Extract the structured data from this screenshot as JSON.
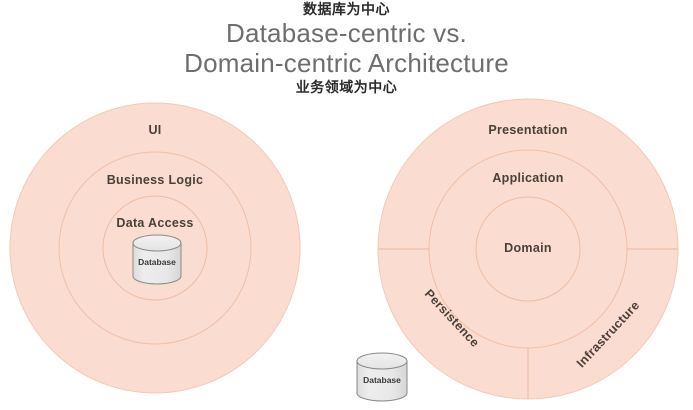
{
  "header": {
    "zh_top": "数据库为中心",
    "title_line1": "Database-centric vs.",
    "title_line2": "Domain-centric Architecture",
    "zh_bottom": "业务领域为中心"
  },
  "colors": {
    "ring_fill": "#fbdcd0",
    "ring_stroke": "#f0c3ad",
    "label_text": "#4a4038",
    "title_text": "#6e6e6e",
    "zh_text": "#2b2b2b",
    "cylinder_fill": "#e6e6e6",
    "cylinder_top": "#ececec",
    "cylinder_stroke": "#8a8a8a",
    "background": "#ffffff"
  },
  "left_diagram": {
    "name": "database-centric-architecture",
    "rings": [
      {
        "label": "UI",
        "level": "outer"
      },
      {
        "label": "Business Logic",
        "level": "middle"
      },
      {
        "label": "Data Access",
        "level": "inner"
      }
    ],
    "cylinder": {
      "label": "Database"
    }
  },
  "right_diagram": {
    "name": "domain-centric-architecture",
    "rings": [
      {
        "label": "Presentation",
        "level": "outer-top"
      },
      {
        "label": "Persistence",
        "level": "outer-bottom-left",
        "orientation": "curved"
      },
      {
        "label": "Infrastructure",
        "level": "outer-bottom-right",
        "orientation": "curved"
      },
      {
        "label": "Application",
        "level": "middle"
      },
      {
        "label": "Domain",
        "level": "inner"
      }
    ],
    "cylinder": {
      "label": "Database"
    }
  }
}
